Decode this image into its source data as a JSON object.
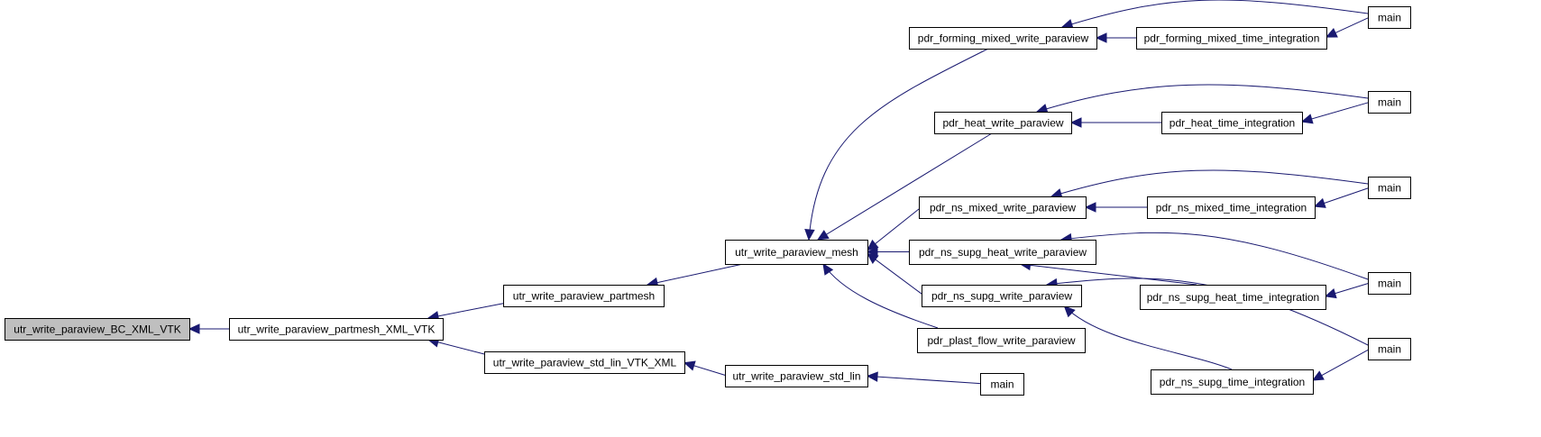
{
  "graph": {
    "nodes": {
      "n_bc": "utr_write_paraview_BC_XML_VTK",
      "n_pm_xml": "utr_write_paraview_partmesh_XML_VTK",
      "n_pm": "utr_write_paraview_partmesh",
      "n_std_xml": "utr_write_paraview_std_lin_VTK_XML",
      "n_mesh": "utr_write_paraview_mesh",
      "n_std": "utr_write_paraview_std_lin",
      "n_forming": "pdr_forming_mixed_write_paraview",
      "n_heat": "pdr_heat_write_paraview",
      "n_nsmixed": "pdr_ns_mixed_write_paraview",
      "n_nssupgheat": "pdr_ns_supg_heat_write_paraview",
      "n_nssupg": "pdr_ns_supg_write_paraview",
      "n_plast": "pdr_plast_flow_write_paraview",
      "n_main_std": "main",
      "n_forming_ti": "pdr_forming_mixed_time_integration",
      "n_heat_ti": "pdr_heat_time_integration",
      "n_nsmixed_ti": "pdr_ns_mixed_time_integration",
      "n_nssupgheat_ti": "pdr_ns_supg_heat_time_integration",
      "n_nssupg_ti": "pdr_ns_supg_time_integration",
      "n_main1": "main",
      "n_main2": "main",
      "n_main3": "main",
      "n_main4": "main",
      "n_main5": "main"
    },
    "edges": [
      [
        "n_pm_xml",
        "n_bc"
      ],
      [
        "n_pm",
        "n_pm_xml"
      ],
      [
        "n_std_xml",
        "n_pm_xml"
      ],
      [
        "n_mesh",
        "n_pm"
      ],
      [
        "n_std",
        "n_std_xml"
      ],
      [
        "n_forming",
        "n_mesh"
      ],
      [
        "n_heat",
        "n_mesh"
      ],
      [
        "n_nsmixed",
        "n_mesh"
      ],
      [
        "n_nssupgheat",
        "n_mesh"
      ],
      [
        "n_nssupg",
        "n_mesh"
      ],
      [
        "n_plast",
        "n_mesh"
      ],
      [
        "n_main_std",
        "n_std"
      ],
      [
        "n_forming_ti",
        "n_forming"
      ],
      [
        "n_main1",
        "n_forming"
      ],
      [
        "n_main1",
        "n_forming_ti"
      ],
      [
        "n_heat_ti",
        "n_heat"
      ],
      [
        "n_main2",
        "n_heat"
      ],
      [
        "n_main2",
        "n_heat_ti"
      ],
      [
        "n_nsmixed_ti",
        "n_nsmixed"
      ],
      [
        "n_main3",
        "n_nsmixed"
      ],
      [
        "n_main3",
        "n_nsmixed_ti"
      ],
      [
        "n_nssupgheat_ti",
        "n_nssupgheat"
      ],
      [
        "n_main4",
        "n_nssupgheat"
      ],
      [
        "n_main4",
        "n_nssupgheat_ti"
      ],
      [
        "n_nssupg_ti",
        "n_nssupg"
      ],
      [
        "n_main5",
        "n_nssupg"
      ],
      [
        "n_main5",
        "n_nssupg_ti"
      ]
    ],
    "colors": {
      "edge": "#191970",
      "root_fill": "#bfbfbf",
      "node_fill": "#ffffff",
      "node_border": "#000000"
    }
  }
}
